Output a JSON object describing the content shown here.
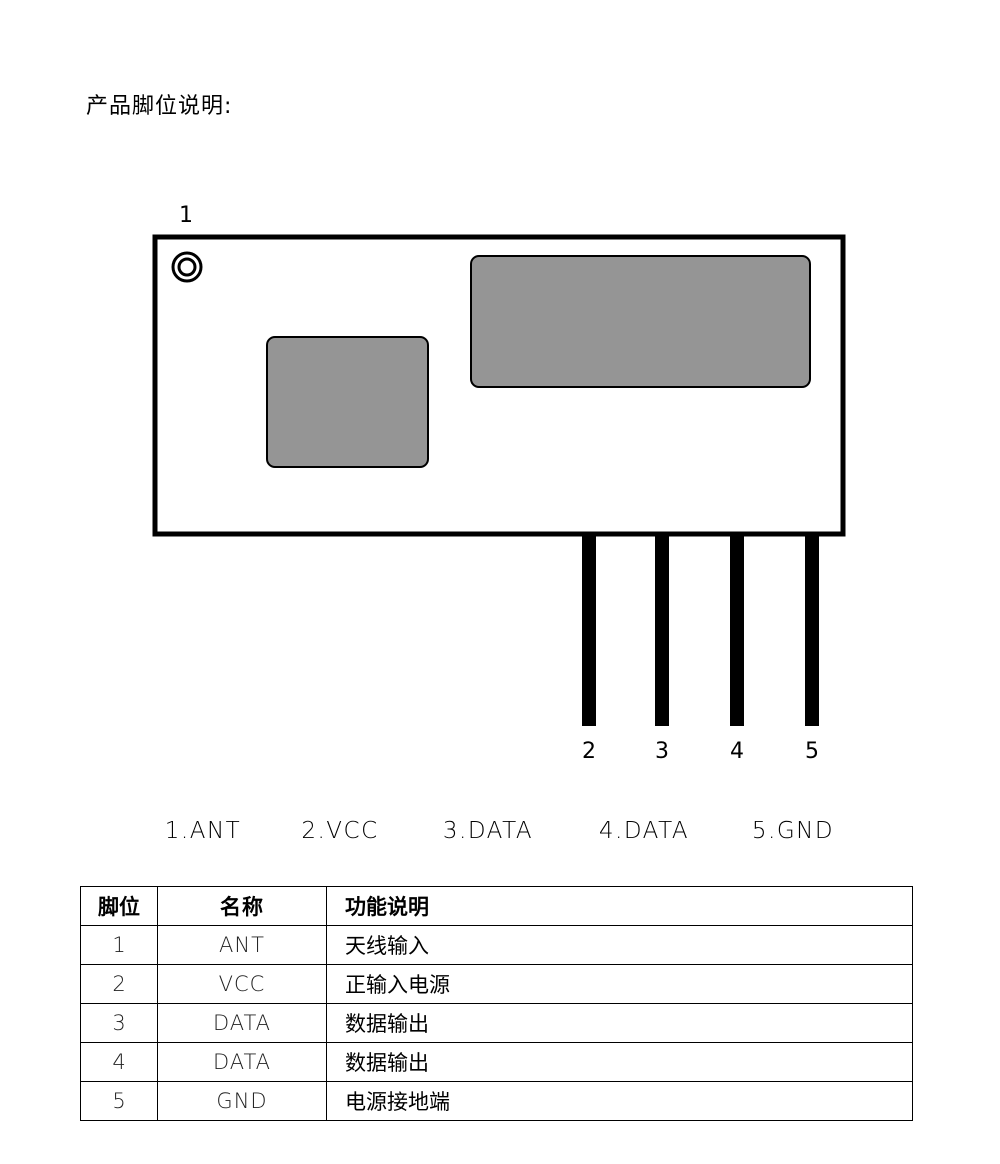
{
  "title": "产品脚位说明:",
  "diagram": {
    "pin1_marker": "1",
    "pin_numbers": [
      "2",
      "3",
      "4",
      "5"
    ],
    "colors": {
      "outline": "#000000",
      "chip": "#959595",
      "background": "#ffffff"
    }
  },
  "pin_labels": [
    "1.ANT",
    "2.VCC",
    "3.DATA",
    "4.DATA",
    "5.GND"
  ],
  "table": {
    "headers": {
      "pin": "脚位",
      "name": "名称",
      "desc": "功能说明"
    },
    "rows": [
      {
        "pin": "1",
        "name": "ANT",
        "desc": "天线输入"
      },
      {
        "pin": "2",
        "name": "VCC",
        "desc": "正输入电源"
      },
      {
        "pin": "3",
        "name": "DATA",
        "desc": "数据输出"
      },
      {
        "pin": "4",
        "name": "DATA",
        "desc": "数据输出"
      },
      {
        "pin": "5",
        "name": "GND",
        "desc": "电源接地端"
      }
    ]
  }
}
